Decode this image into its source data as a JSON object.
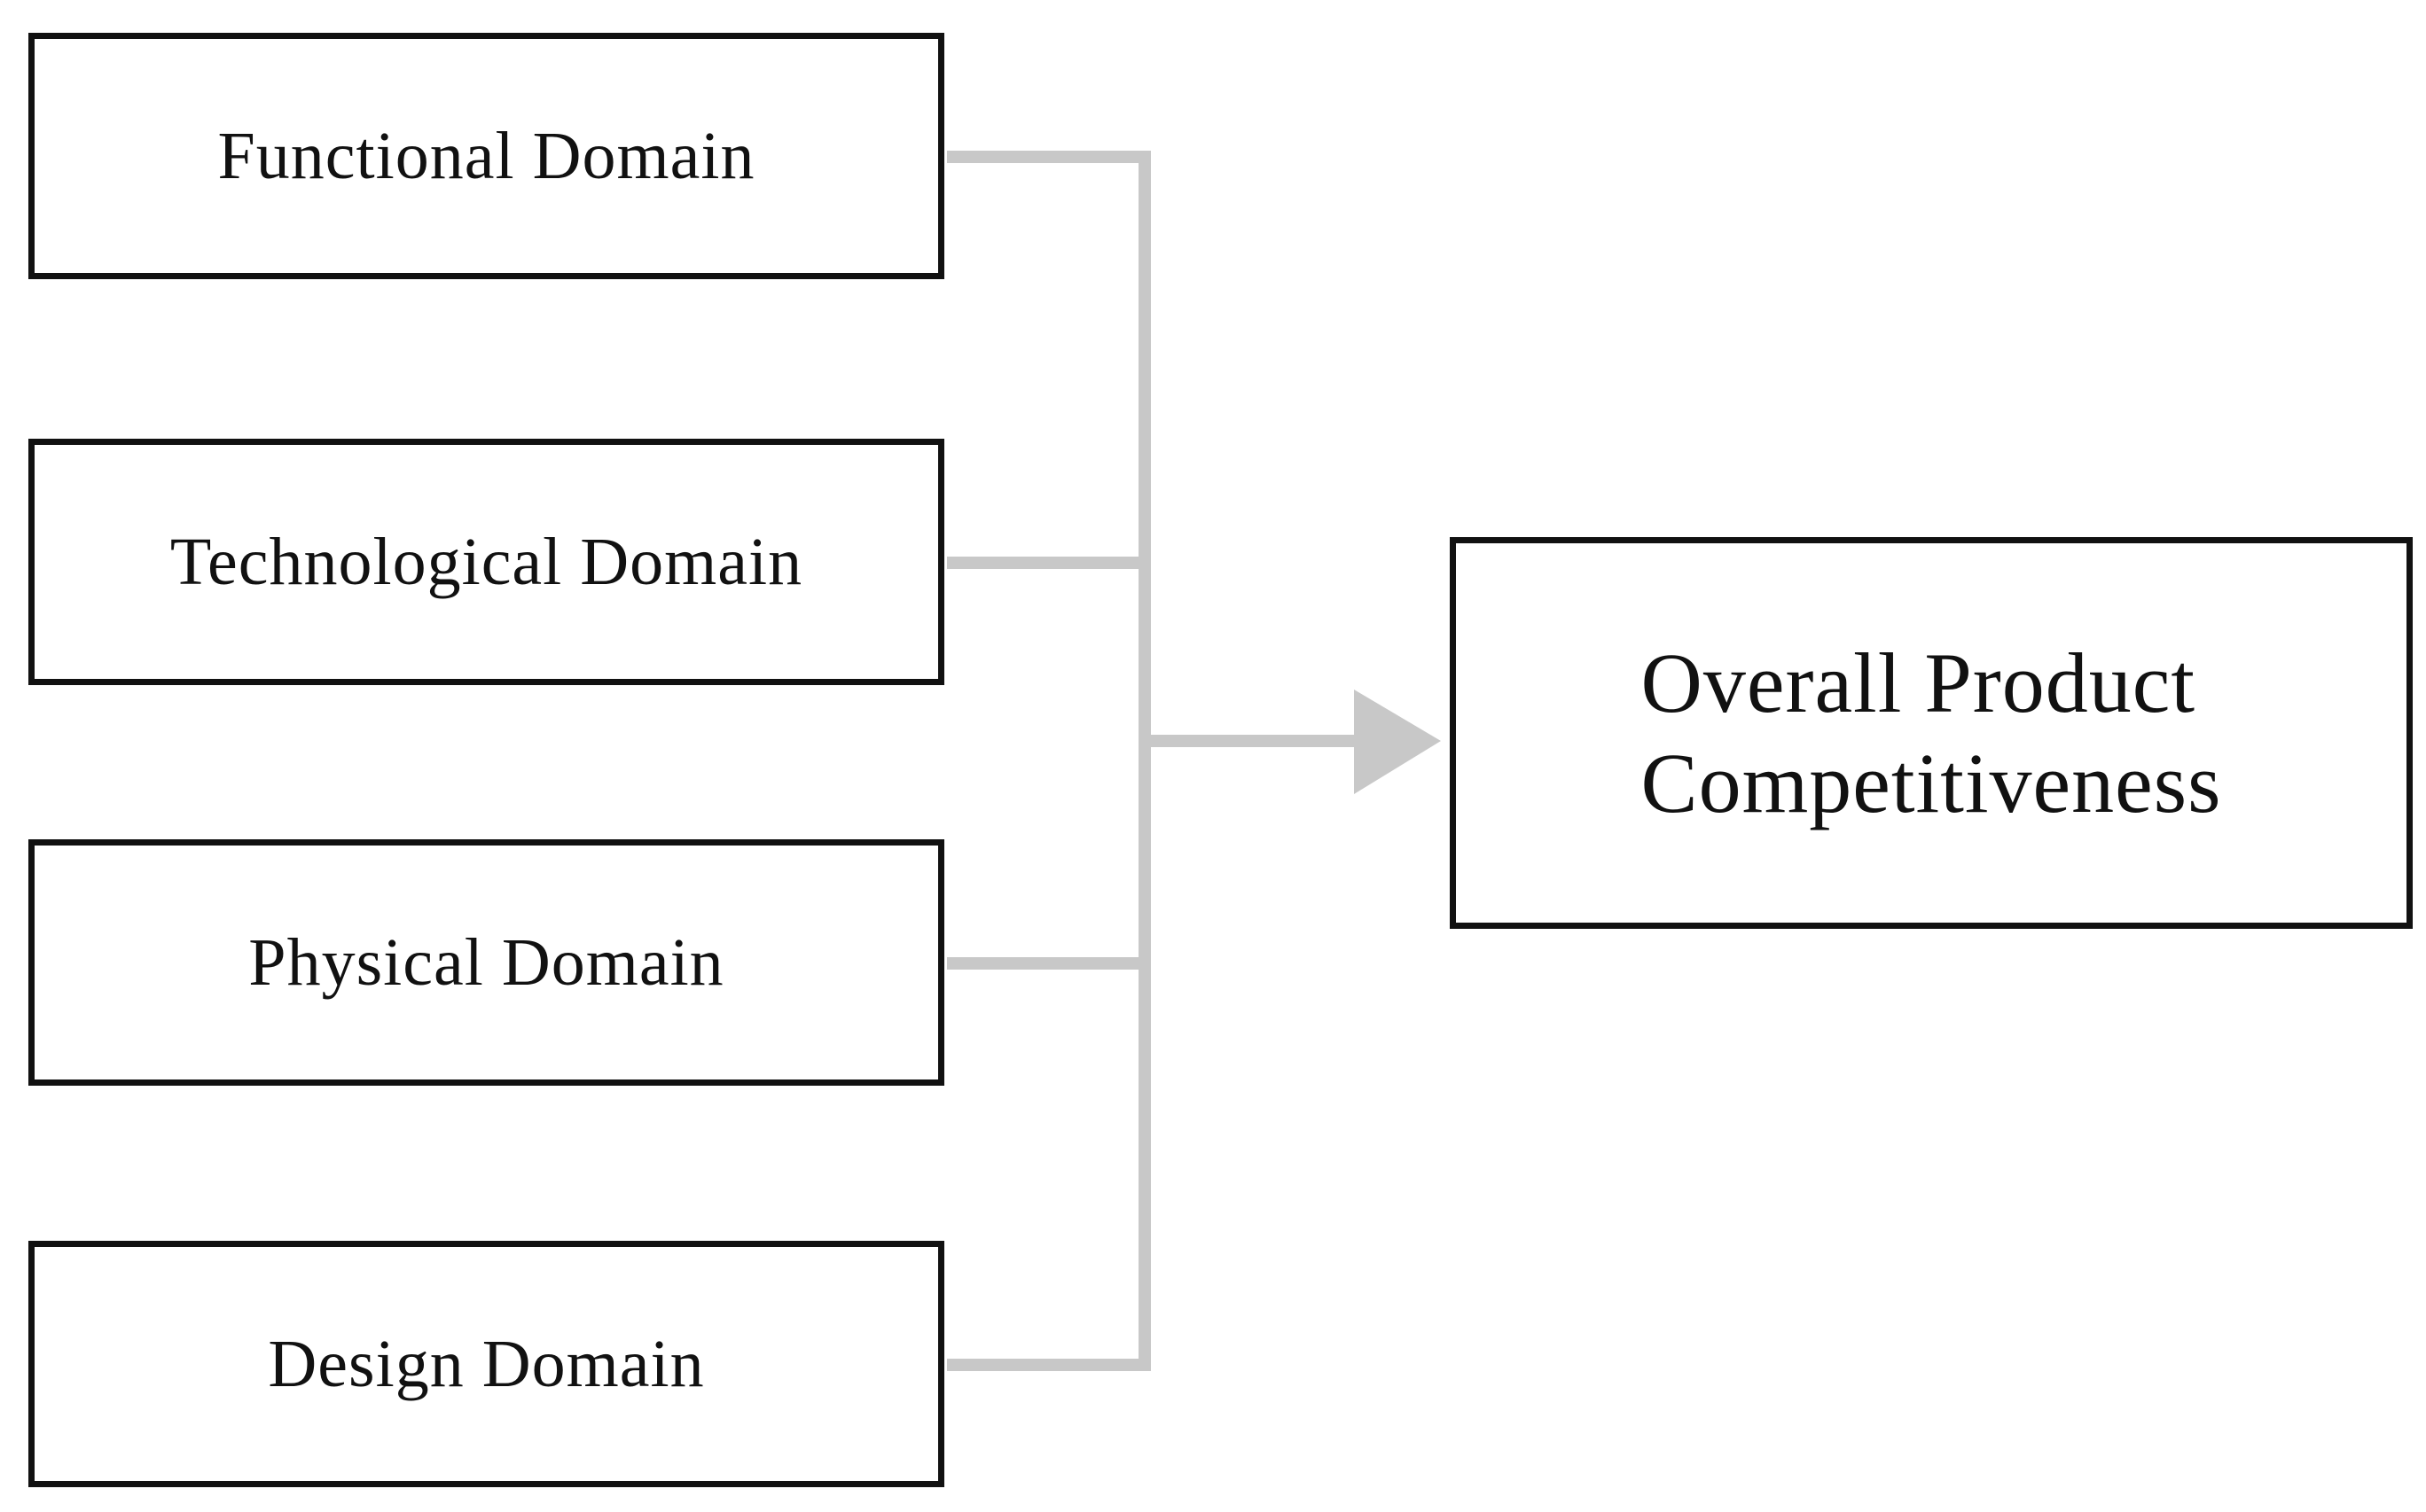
{
  "diagram": {
    "domains": [
      {
        "id": "functional",
        "label": "Functional Domain"
      },
      {
        "id": "technological",
        "label": "Technological Domain"
      },
      {
        "id": "physical",
        "label": "Physical Domain"
      },
      {
        "id": "design",
        "label": "Design Domain"
      }
    ],
    "outcome": {
      "line1": "Overall Product",
      "line2": "Competitiveness"
    },
    "colors": {
      "box_border": "#111111",
      "connector": "#c8c8c8",
      "text": "#111111",
      "background": "#ffffff"
    }
  }
}
